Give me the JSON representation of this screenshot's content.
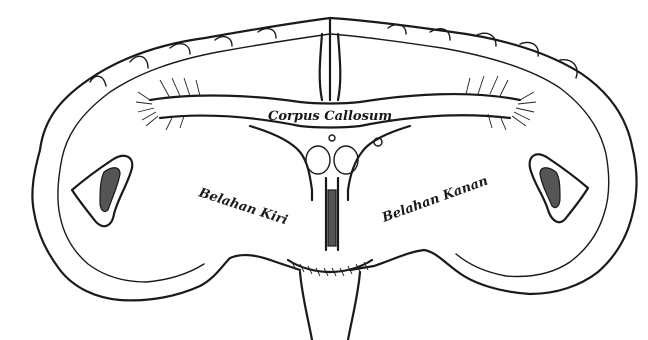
{
  "labels": {
    "corpus_callosum": "Corpus Callosum",
    "left_hemisphere": "Belahan Kiri",
    "right_hemisphere": "Belahan Kanan"
  }
}
